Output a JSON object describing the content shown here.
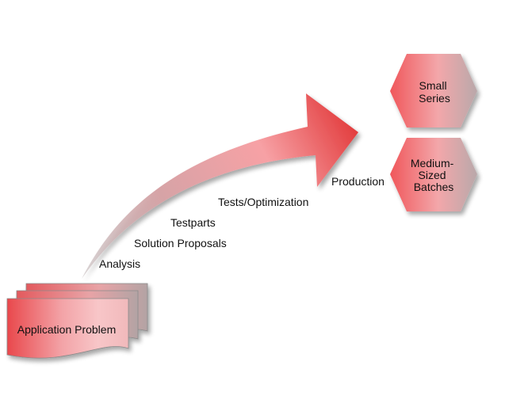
{
  "diagram": {
    "origin": {
      "label": "Application Problem"
    },
    "steps": [
      {
        "label": "Analysis"
      },
      {
        "label": "Solution Proposals"
      },
      {
        "label": "Testparts"
      },
      {
        "label": "Tests/Optimization"
      },
      {
        "label": "Production"
      }
    ],
    "outputs": [
      {
        "lines": [
          "Small",
          "Series"
        ]
      },
      {
        "lines": [
          "Medium-",
          "Sized",
          "Batches"
        ]
      }
    ],
    "colors": {
      "accent": "#e43d3d",
      "accent_light": "#f7a3a6",
      "shape_gray": "#a89a9b",
      "text": "#111111"
    }
  }
}
